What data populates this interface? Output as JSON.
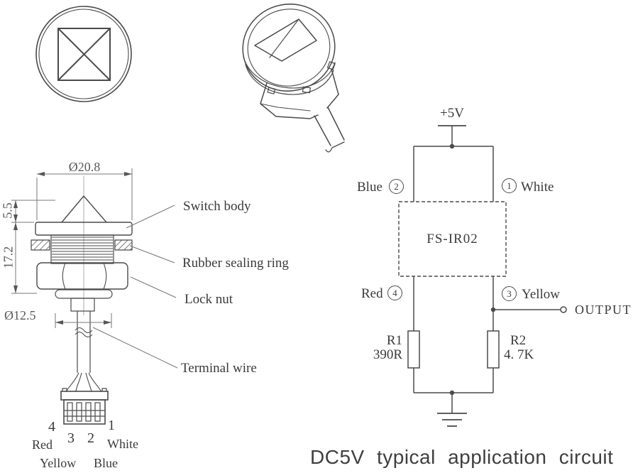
{
  "colors": {
    "line": "#4a4a4a",
    "dim_line": "#777777",
    "text": "#3b3b3b"
  },
  "side_view": {
    "dim_diameter_top": "Ø20.8",
    "dim_cone_height": "5.5",
    "dim_body_height": "17.2",
    "dim_stem_diameter": "Ø12.5",
    "labels": {
      "switch_body": "Switch body",
      "rubber_sealing_ring": "Rubber sealing ring",
      "lock_nut": "Lock nut",
      "terminal_wire": "Terminal wire"
    }
  },
  "connector": {
    "pin_numbers": {
      "p4": "4",
      "p3": "3",
      "p2": "2",
      "p1": "1"
    },
    "wire_colors": {
      "red": "Red",
      "white": "White",
      "yellow": "Yellow",
      "blue": "Blue"
    }
  },
  "circuit": {
    "supply_label": "+5V",
    "module_label": "FS-IR02",
    "pin2": {
      "color": "Blue",
      "num": "2"
    },
    "pin1": {
      "num": "1",
      "color": "White"
    },
    "pin4": {
      "color": "Red",
      "num": "4"
    },
    "pin3": {
      "num": "3",
      "color": "Yellow"
    },
    "output_label": "OUTPUT",
    "r1_name": "R1",
    "r1_value": "390R",
    "r2_name": "R2",
    "r2_value": "4. 7K",
    "caption": "DC5V typical application circuit"
  }
}
